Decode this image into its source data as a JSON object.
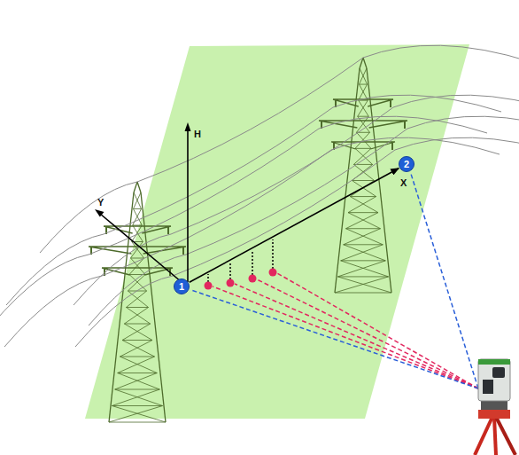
{
  "diagram": {
    "nodes": [
      {
        "text": [
          "1"
        ]
      },
      {
        "text": [
          "2"
        ]
      }
    ],
    "edges": [
      {
        "from": 0,
        "to": 1,
        "arrow": "to"
      }
    ],
    "labels": [
      "H",
      "Y",
      "X"
    ]
  }
}
